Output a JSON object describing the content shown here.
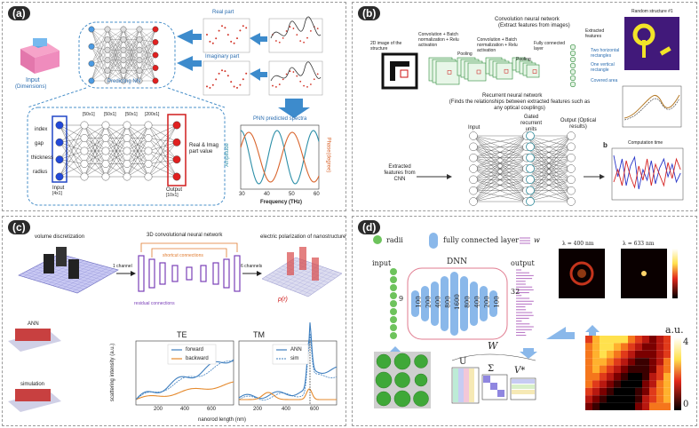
{
  "panel_a": {
    "label": "(a)",
    "input_label": "Input",
    "input_sub": "(Dimensions)",
    "predicting_nn": "Predicting NN",
    "real_part": "Real part",
    "imag_part": "Imaginary part",
    "inputs": [
      "index",
      "gap",
      "thickness",
      "radius"
    ],
    "layer_sizes": [
      "[50x1]",
      "[50x1]",
      "[50x1]",
      "[200x1]"
    ],
    "input_size": "[4x1]",
    "output_size": "[10x1]",
    "input_word": "Input",
    "output_word": "Output",
    "output_text": "Real & Imag part value",
    "pnn_title": "PNN predicted spectra",
    "pnn_xlabel": "Frequency (THz)",
    "pnn_ylabel_left": "Amplitude",
    "pnn_ylabel_right": "Phase(degree)",
    "pnn_xticks": [
      "30",
      "40",
      "50",
      "60"
    ]
  },
  "panel_b": {
    "label": "(b)",
    "cnn_title": "Convolution neural network",
    "cnn_sub": "(Extract features from images)",
    "image_label": "2D image of the structure",
    "conv1": "Convolution + Batch normalization + Relu activation",
    "pool1": "Pooling",
    "conv2": "Convolution + Batch normalization + Relu activation",
    "pool2": "Pooling",
    "fc": "Fully connected layer",
    "extracted": "Extracted features",
    "feat1": "Two horizontal rectangles",
    "feat2": "One vertical rectangle",
    "feat3": "Covered area",
    "rnn_title": "Recurrent neural network",
    "rnn_sub": "(Finds the relationships between extracted features such as any optical couplings)",
    "input_word": "Input",
    "gated": "Gated recurrent units",
    "output": "Output (Optical results)",
    "extracted_left": "Extracted features from CNN",
    "random_title": "Random structure #1",
    "chart_title": "Computation time",
    "sublabel": "b"
  },
  "panel_c": {
    "label": "(c)",
    "vol_title": "volume discretization",
    "cnn_title": "3D convolutional neural network",
    "pol_title": "electric polarization of nanostructure",
    "channel_in": "1 channel",
    "channel_out": "6 channels",
    "shortcut": "shortcut connections",
    "residual": "residual connections",
    "ann_label": "ANN",
    "sim_label": "simulation",
    "p_label": "p(r)",
    "te": "TE",
    "tm": "TM",
    "forward": "forward",
    "backward": "backward",
    "ann": "ANN",
    "sim": "sim",
    "ylabel": "scattering intensity (a.u.)",
    "xlabel": "nanorod length (nm)",
    "xticks_te": [
      "200",
      "400",
      "600"
    ],
    "xticks_tm": [
      "200",
      "400",
      "600"
    ]
  },
  "panel_d": {
    "label": "(d)",
    "legend_radii": "radii",
    "legend_fc": "fully connected layer",
    "legend_w": "w",
    "input": "input",
    "dnn": "DNN",
    "output": "output",
    "in_n": "9",
    "out_n": "32",
    "neurons": [
      "100",
      "200",
      "400",
      "800",
      "1600",
      "800",
      "400",
      "200",
      "100"
    ],
    "lambda1": "λ = 400 nm",
    "lambda2": "λ = 633 nm",
    "au": "a.u.",
    "cbar_top": "4",
    "cbar_bot": "0",
    "u": "U",
    "sigma": "Σ",
    "vstar": "V*",
    "wbig": "W"
  }
}
